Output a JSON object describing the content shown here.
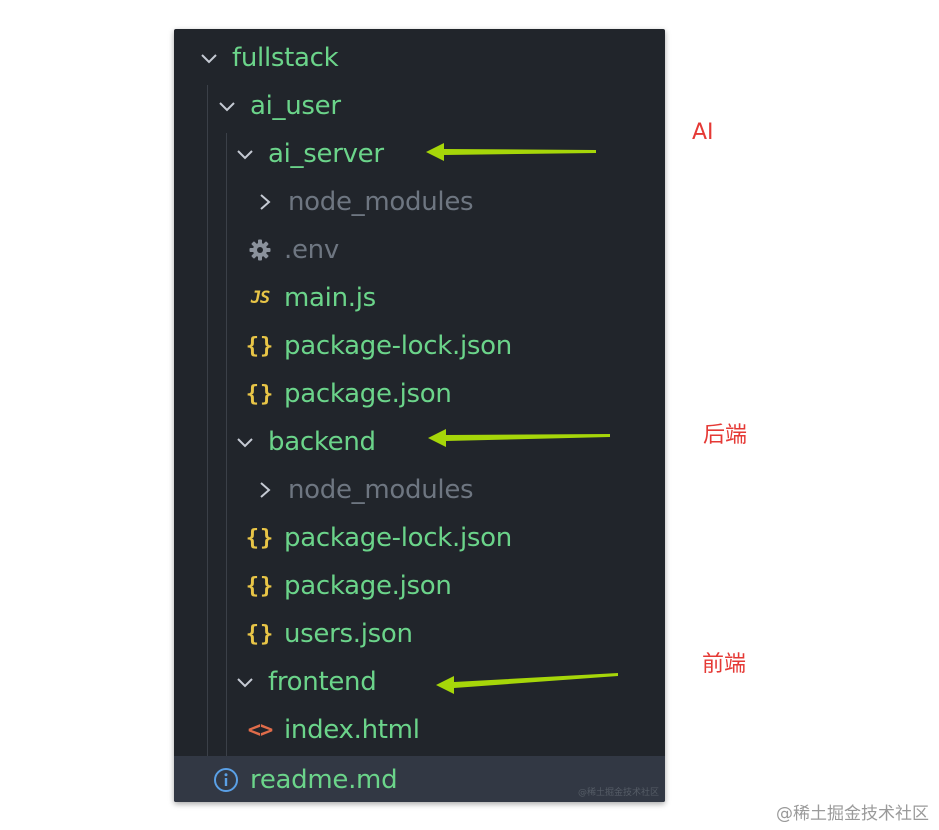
{
  "explorer": {
    "root": {
      "label": "fullstack",
      "expanded": true
    },
    "ai_user": {
      "label": "ai_user",
      "expanded": true
    },
    "ai_server": {
      "label": "ai_server",
      "expanded": true,
      "node_modules": "node_modules",
      "env": ".env",
      "main_js": "main.js",
      "package_lock": "package-lock.json",
      "package_json": "package.json"
    },
    "backend": {
      "label": "backend",
      "expanded": true,
      "node_modules": "node_modules",
      "package_lock": "package-lock.json",
      "package_json": "package.json",
      "users_json": "users.json"
    },
    "frontend": {
      "label": "frontend",
      "expanded": true,
      "index_html": "index.html"
    },
    "readme": {
      "label": "readme.md",
      "selected": true
    },
    "panel_watermark": "@稀土掘金技术社区"
  },
  "icons": {
    "js": "JS",
    "json": "{}",
    "html": "<>"
  },
  "annotations": {
    "ai": "AI",
    "backend": "后端",
    "frontend": "前端"
  },
  "colors": {
    "panel_bg": "#21252b",
    "label_green": "#6bd48a",
    "dim_gray": "#6e7681",
    "icon_yellow": "#e8c547",
    "html_orange": "#e06c4a",
    "info_blue": "#5aa0e6",
    "arrow_green": "#a6d609",
    "annotation_red": "#e53935"
  },
  "watermark": "@稀土掘金技术社区"
}
